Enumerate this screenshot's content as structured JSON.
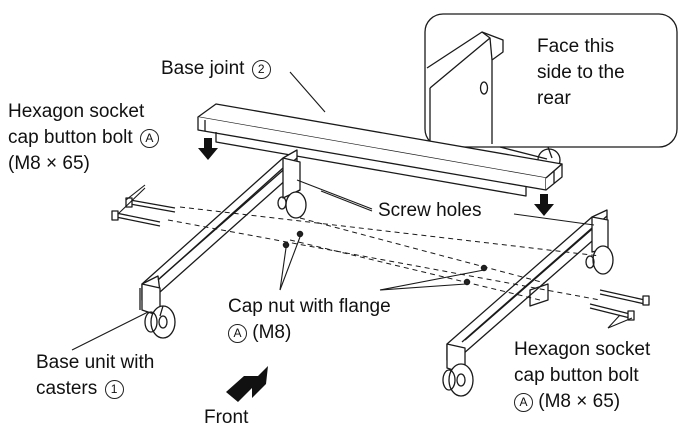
{
  "labels": {
    "base_joint": "Base joint",
    "base_joint_num": "2",
    "bolt_left_line1": "Hexagon socket",
    "bolt_left_line2": "cap button bolt",
    "bolt_left_mark": "A",
    "bolt_left_size": "(M8 × 65)",
    "face_line1": "Face this",
    "face_line2": "side to the",
    "face_line3": "rear",
    "screw_holes": "Screw holes",
    "cap_nut_line1": "Cap nut with flange",
    "cap_nut_mark": "A",
    "cap_nut_size": "(M8)",
    "base_unit_line1": "Base unit with",
    "base_unit_line2": "casters",
    "base_unit_num": "1",
    "bolt_right_line1": "Hexagon socket",
    "bolt_right_line2": "cap button bolt",
    "bolt_right_mark": "A",
    "bolt_right_size": "(M8 × 65)",
    "front": "Front"
  }
}
